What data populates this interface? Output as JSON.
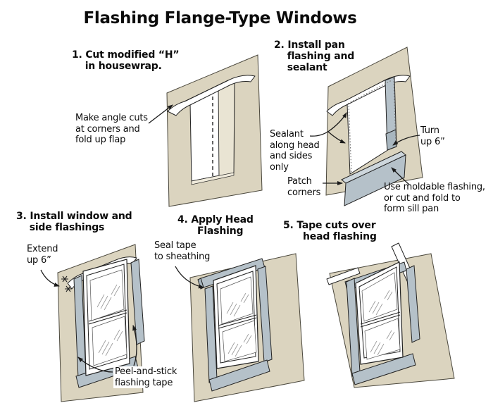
{
  "title": "Flashing Flange-Type Windows",
  "steps": {
    "s1": {
      "heading": "1. Cut modified “H”\n    in housewrap."
    },
    "s2": {
      "heading": "2. Install pan\n    flashing and\n    sealant"
    },
    "s3": {
      "heading": "3. Install window and\n    side flashings"
    },
    "s4": {
      "heading": "4. Apply Head\n      Flashing"
    },
    "s5": {
      "heading": "5. Tape cuts over\n      head flashing"
    }
  },
  "annotations": {
    "make_angle_cuts": "Make angle cuts\nat corners and\nfold up flap",
    "sealant": "Sealant\nalong head\nand sides\nonly",
    "turn_up": "Turn\nup 6”",
    "patch_corners": "Patch\ncorners",
    "moldable": "Use moldable flashing,\nor cut and fold to\nform sill pan",
    "extend_up": "Extend\nup 6”",
    "peel_stick": "Peel-and-stick\nflashing tape",
    "seal_tape": "Seal tape\nto sheathing"
  },
  "colors": {
    "wall": "#dbd4bf",
    "flashing": "#b5c1c9",
    "flashing_light": "#cdd6dc",
    "line": "#1a1a1a",
    "background": "#ffffff"
  }
}
